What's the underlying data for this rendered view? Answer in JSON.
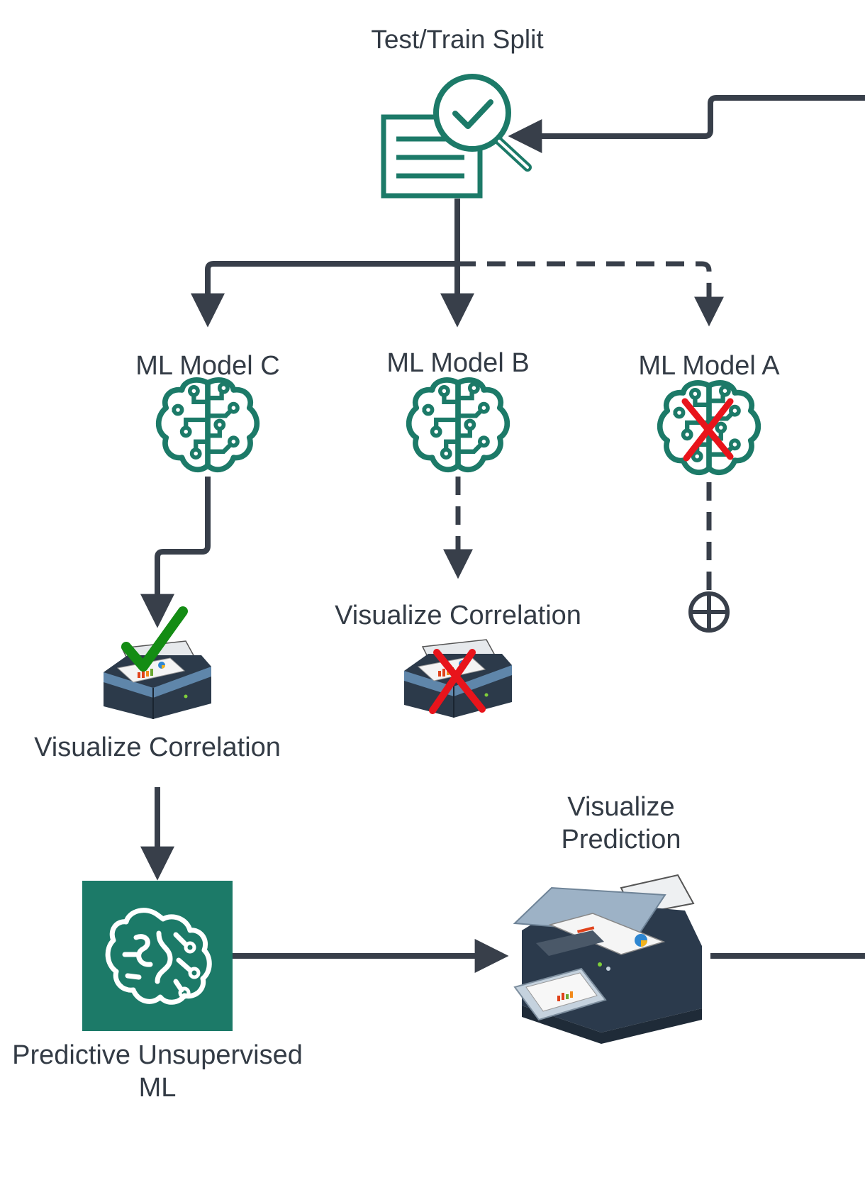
{
  "colors": {
    "line": "#383f4a",
    "teal": "#1c7a68",
    "fail_x": "#e8141b",
    "pass_check": "#148c14",
    "text": "#333b45"
  },
  "nodes": {
    "split": {
      "label": "Test/Train Split",
      "icon": "document-search-check-icon"
    },
    "model_c": {
      "label": "ML Model C",
      "icon": "brain-circuit-icon"
    },
    "model_b": {
      "label": "ML Model B",
      "icon": "brain-circuit-icon"
    },
    "model_a": {
      "label": "ML Model A",
      "icon": "brain-circuit-icon",
      "status": "failed"
    },
    "viz_c": {
      "label": "Visualize Correlation",
      "icon": "printer-icon",
      "status": "passed"
    },
    "viz_b": {
      "label": "Visualize Correlation",
      "icon": "printer-icon",
      "status": "failed"
    },
    "terminator_a": {
      "icon": "circle-plus-terminator-icon"
    },
    "unsupervised": {
      "label_line1": "Predictive Unsupervised",
      "label_line2": "ML",
      "icon": "brain-icon"
    },
    "viz_pred": {
      "label_line1": "Visualize",
      "label_line2": "Prediction",
      "icon": "printer-scanner-icon"
    }
  },
  "edges": [
    {
      "from": "external",
      "to": "split",
      "style": "solid"
    },
    {
      "from": "split",
      "to": "model_c",
      "style": "solid"
    },
    {
      "from": "split",
      "to": "model_b",
      "style": "solid"
    },
    {
      "from": "split",
      "to": "model_a",
      "style": "dashed"
    },
    {
      "from": "model_c",
      "to": "viz_c",
      "style": "solid"
    },
    {
      "from": "model_b",
      "to": "viz_b",
      "style": "dashed"
    },
    {
      "from": "model_a",
      "to": "terminator_a",
      "style": "dashed"
    },
    {
      "from": "viz_c",
      "to": "unsupervised",
      "style": "solid"
    },
    {
      "from": "unsupervised",
      "to": "viz_pred",
      "style": "solid"
    },
    {
      "from": "viz_pred",
      "to": "external",
      "style": "solid"
    }
  ]
}
